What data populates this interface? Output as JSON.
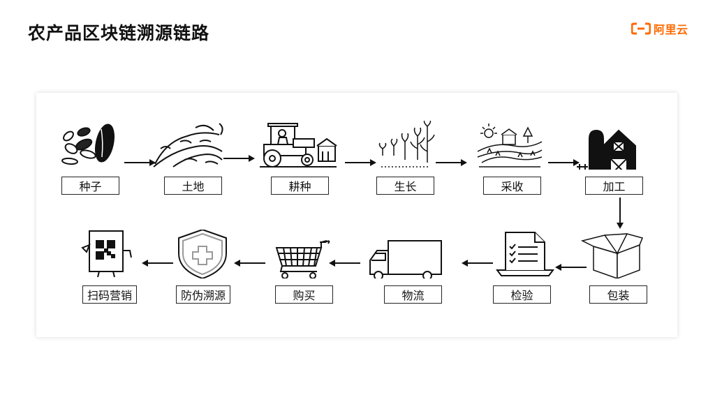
{
  "slide": {
    "title": "农产品区块链溯源链路",
    "logo_text": "阿里云",
    "brand_color": "#ff6a00"
  },
  "flow": {
    "row1": [
      {
        "label": "种子",
        "icon": "seeds-icon"
      },
      {
        "label": "土地",
        "icon": "land-icon"
      },
      {
        "label": "耕种",
        "icon": "tractor-icon"
      },
      {
        "label": "生长",
        "icon": "sprouts-icon"
      },
      {
        "label": "采收",
        "icon": "harvest-icon"
      },
      {
        "label": "加工",
        "icon": "barn-icon"
      }
    ],
    "row2": [
      {
        "label": "包装",
        "icon": "box-icon"
      },
      {
        "label": "检验",
        "icon": "checklist-icon"
      },
      {
        "label": "物流",
        "icon": "truck-icon"
      },
      {
        "label": "购买",
        "icon": "cart-icon"
      },
      {
        "label": "防伪溯源",
        "icon": "shield-icon"
      },
      {
        "label": "扫码营销",
        "icon": "qr-code-icon"
      }
    ]
  }
}
